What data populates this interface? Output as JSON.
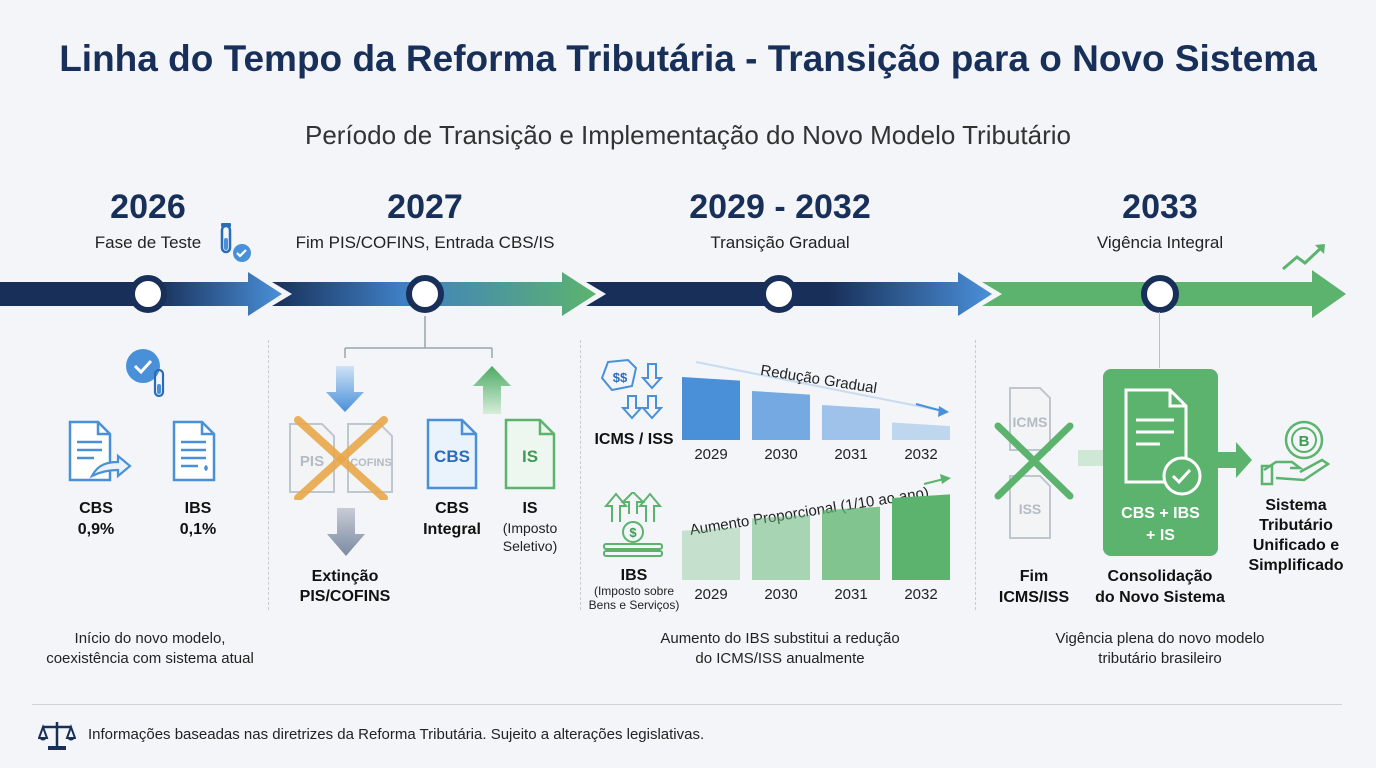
{
  "title": "Linha do Tempo da Reforma Tributária - Transição para o Novo Sistema",
  "subtitle": "Período de Transição e Implementação do Novo Modelo Tributário",
  "milestones": [
    {
      "year": "2026",
      "label": "Fase de Teste"
    },
    {
      "year": "2027",
      "label": "Fim PIS/COFINS, Entrada CBS/IS"
    },
    {
      "year": "2029 - 2032",
      "label": "Transição Gradual"
    },
    {
      "year": "2033",
      "label": "Vigência Integral"
    }
  ],
  "phase2026": {
    "cbs_name": "CBS",
    "cbs_rate": "0,9%",
    "ibs_name": "IBS",
    "ibs_rate": "0,1%",
    "caption_line1": "Início do novo modelo,",
    "caption_line2": "coexistência com sistema atual"
  },
  "phase2027": {
    "pis_doc": "PIS",
    "cofins_doc": "COFINS",
    "extinction_line1": "Extinção",
    "extinction_line2": "PIS/COFINS",
    "cbs_doc": "CBS",
    "cbs_line1": "CBS",
    "cbs_line2": "Integral",
    "is_doc": "IS",
    "is_line1": "IS",
    "is_line2": "(Imposto",
    "is_line3": "Seletivo)"
  },
  "phase2029": {
    "icms_label": "ICMS / ISS",
    "reduction_label": "Redução Gradual",
    "ibs_label": "IBS",
    "ibs_sub_line1": "(Imposto sobre",
    "ibs_sub_line2": "Bens e Serviços)",
    "increase_label": "Aumento Proporcional (1/10 ao ano)",
    "caption_line1": "Aumento do IBS substitui a redução",
    "caption_line2": "do ICMS/ISS anualmente"
  },
  "phase2033": {
    "icms_doc": "ICMS",
    "iss_doc": "ISS",
    "fim_line1": "Fim",
    "fim_line2": "ICMS/ISS",
    "box_line1": "CBS + IBS",
    "box_line2": "+ IS",
    "consol_line1": "Consolidação",
    "consol_line2": "do Novo Sistema",
    "sys_line1": "Sistema",
    "sys_line2": "Tributário",
    "sys_line3": "Unificado e",
    "sys_line4": "Simplificado",
    "caption_line1": "Vigência plena do novo modelo",
    "caption_line2": "tributário brasileiro"
  },
  "footer": "Informações baseadas nas diretrizes da Reforma Tributária. Sujeito a alterações legislativas.",
  "chart_data": [
    {
      "type": "bar",
      "title": "Redução Gradual",
      "series_label": "ICMS / ISS",
      "categories": [
        "2029",
        "2030",
        "2031",
        "2032"
      ],
      "values": [
        0.9,
        0.7,
        0.5,
        0.25
      ],
      "trend": "decreasing",
      "color": "#4a90d9"
    },
    {
      "type": "bar",
      "title": "Aumento Proporcional (1/10 ao ano)",
      "series_label": "IBS",
      "categories": [
        "2029",
        "2030",
        "2031",
        "2032"
      ],
      "values": [
        0.6,
        0.75,
        0.85,
        1.0
      ],
      "trend": "increasing",
      "color": "#5cb36e"
    }
  ],
  "colors": {
    "navy": "#183059",
    "blue": "#4a90d9",
    "green": "#5cb36e",
    "orange": "#e8a84a"
  }
}
